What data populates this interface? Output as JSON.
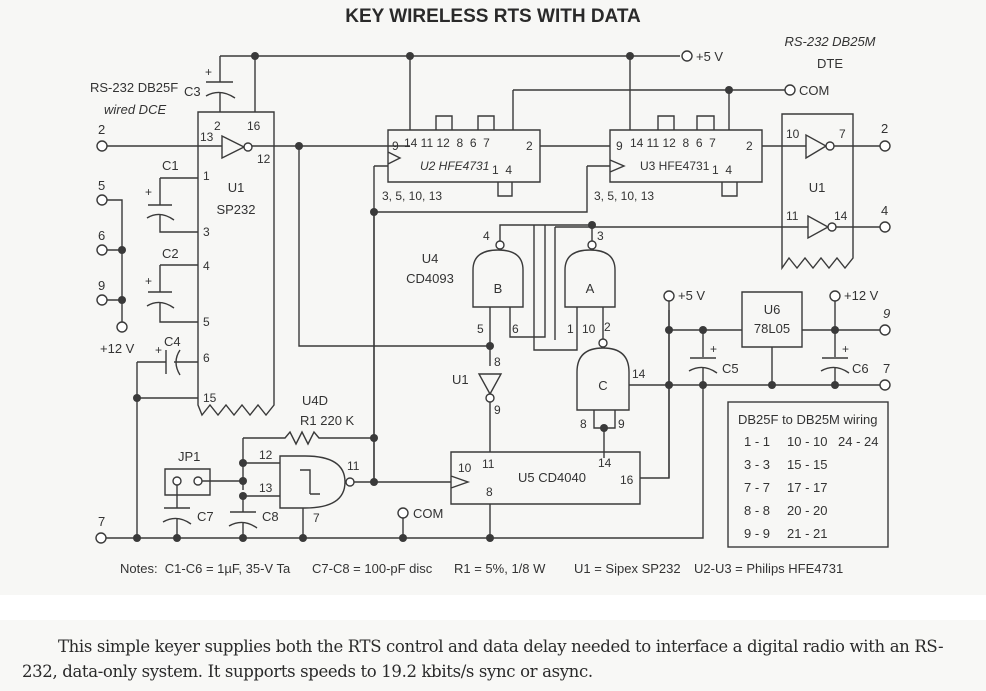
{
  "title": "KEY WIRELESS RTS WITH DATA",
  "connectors": {
    "left": {
      "line1": "RS-232 DB25F",
      "line2": "wired DCE",
      "pins": [
        "2",
        "5",
        "6",
        "9",
        "7"
      ],
      "supply": "+12 V"
    },
    "right": {
      "line1": "RS-232 DB25M",
      "line2": "DTE",
      "pins": [
        "2",
        "4"
      ]
    }
  },
  "rails": {
    "plus5": "+5 V",
    "com": "COM",
    "plus12": "+12 V"
  },
  "components": {
    "u1": {
      "ref": "U1",
      "part": "SP232",
      "pins": [
        "2",
        "16",
        "13",
        "12",
        "1",
        "3",
        "4",
        "5",
        "6",
        "15"
      ],
      "right_pins": [
        "10",
        "7",
        "11",
        "14"
      ]
    },
    "u2": {
      "ref": "U2",
      "part": "HFE4731",
      "label": "U2 HFE4731",
      "top_pins": "14 11 12  8  6  7",
      "pin9": "9",
      "pin2": "2",
      "pins_14": "1  4",
      "bottom": "3, 5, 10, 13"
    },
    "u3": {
      "ref": "U3",
      "part": "HFE4731",
      "label": "U3 HFE4731",
      "top_pins": "14 11 12  8  6  7",
      "pin9": "9",
      "pin2": "2",
      "pins_14": "1  4",
      "bottom": "3, 5, 10, 13"
    },
    "u4": {
      "ref": "U4",
      "part": "CD4093",
      "gates": [
        {
          "name": "B",
          "out": "4",
          "in": [
            "5",
            "6"
          ]
        },
        {
          "name": "A",
          "out": "3",
          "in": [
            "1",
            "2"
          ]
        },
        {
          "name": "C",
          "out": "10",
          "in": [
            "8",
            "9"
          ],
          "aux": "14"
        }
      ]
    },
    "u1_inv": {
      "ref": "U1",
      "in": "8",
      "out": "9"
    },
    "u4d": {
      "ref": "U4D",
      "pins": [
        "12",
        "13",
        "11",
        "7"
      ]
    },
    "u5": {
      "label": "U5 CD4040",
      "pins": [
        "10",
        "11",
        "8",
        "14",
        "16"
      ]
    },
    "u6": {
      "ref": "U6",
      "part": "78L05"
    },
    "r1": {
      "label": "R1 220 K"
    },
    "jp1": {
      "label": "JP1"
    },
    "caps": [
      "C1",
      "C2",
      "C3",
      "C4",
      "C5",
      "C6",
      "C7",
      "C8"
    ]
  },
  "wiring_table": {
    "title": "DB25F to DB25M wiring",
    "rows": [
      [
        "1 - 1",
        "10 - 10",
        "24 - 24"
      ],
      [
        "3 - 3",
        "15 - 15",
        ""
      ],
      [
        "7 - 7",
        "17 - 17",
        ""
      ],
      [
        "8 - 8",
        "20 - 20",
        ""
      ],
      [
        "9 - 9",
        "21 - 21",
        ""
      ]
    ]
  },
  "notes": {
    "n1": "Notes:  C1-C6 = 1µF, 35-V Ta",
    "n2": "C7-C8 = 100-pF disc",
    "n3": "R1 = 5%, 1/8 W",
    "n4": "U1 = Sipex SP232",
    "n5": "U2-U3 = Philips HFE4731"
  },
  "caption": "This simple keyer supplies both the RTS control and data delay needed to interface a digital radio with an RS-232, data-only system. It supports speeds to 19.2 kbits/s sync or async."
}
